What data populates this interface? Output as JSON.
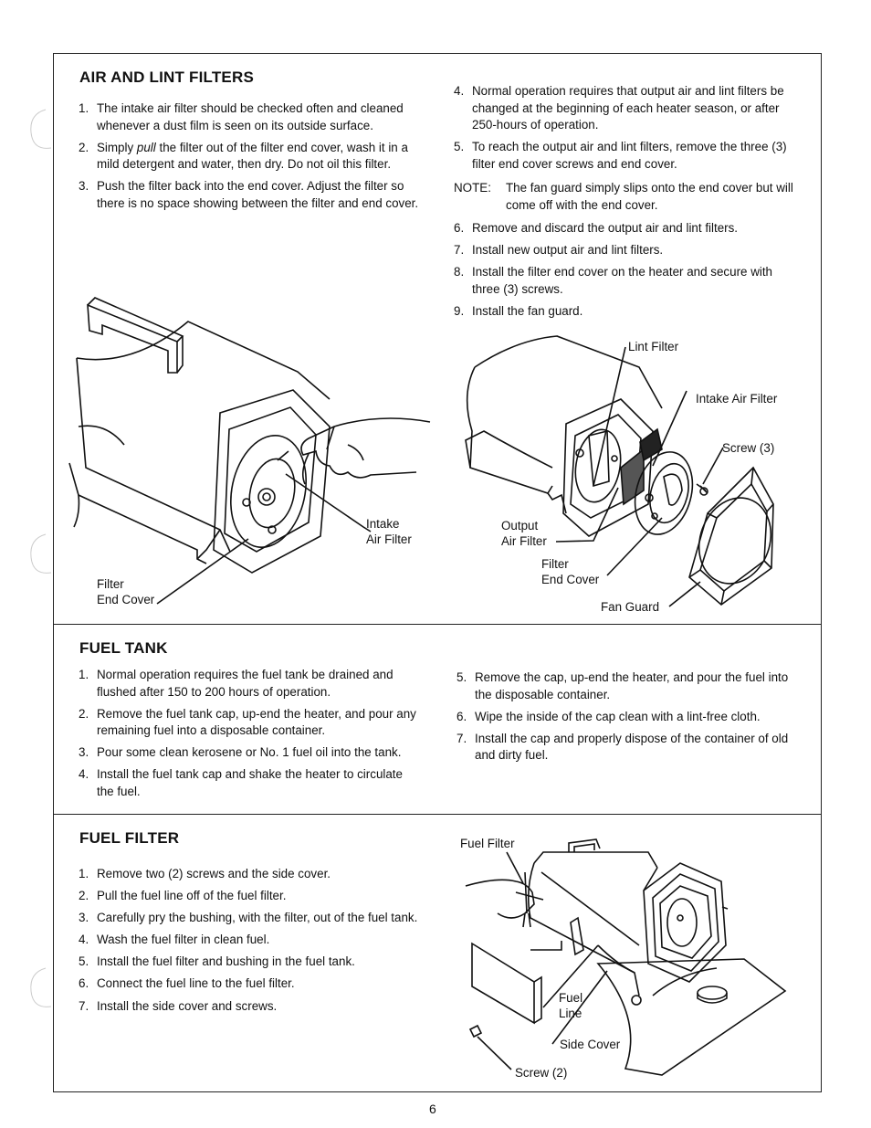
{
  "air_lint": {
    "heading": "AIR AND LINT FILTERS",
    "left_items": [
      {
        "num": "1.",
        "text": "The intake air filter should be checked often and cleaned whenever a dust film is seen on its outside surface."
      },
      {
        "num": "2.",
        "text_pre": "Simply ",
        "text_em": "pull",
        "text_post": " the filter out of the filter end cover, wash it in a mild detergent and water, then dry. Do not oil this filter."
      },
      {
        "num": "3.",
        "text": "Push the filter back into the end cover. Adjust the filter so there is no space showing between the filter and end cover."
      }
    ],
    "right_items_a": [
      {
        "num": "4.",
        "text": "Normal operation requires that output air and lint filters be changed at the beginning of each heater season, or after 250-hours of operation."
      },
      {
        "num": "5.",
        "text": "To reach the output air and lint filters, remove the three (3) filter end cover screws and end cover."
      }
    ],
    "note_label": "NOTE:",
    "note_text": "The fan guard simply slips onto the end cover but will come off with the end cover.",
    "right_items_b": [
      {
        "num": "6.",
        "text": "Remove and discard the output air and lint filters."
      },
      {
        "num": "7.",
        "text": "Install new output air and lint filters."
      },
      {
        "num": "8.",
        "text": "Install the filter end cover on the heater and secure with three (3) screws."
      },
      {
        "num": "9.",
        "text": "Install the fan guard."
      }
    ],
    "fig1_labels": {
      "intake": "Intake\nAir Filter",
      "end_cover": "Filter\nEnd Cover"
    },
    "fig2_labels": {
      "lint": "Lint Filter",
      "intake": "Intake Air Filter",
      "screw": "Screw (3)",
      "output": "Output\nAir Filter",
      "end_cover": "Filter\nEnd Cover",
      "fan_guard": "Fan Guard"
    }
  },
  "fuel_tank": {
    "heading": "FUEL TANK",
    "left_items": [
      {
        "num": "1.",
        "text": "Normal operation requires the fuel tank be drained and flushed after 150 to 200 hours of operation."
      },
      {
        "num": "2.",
        "text": "Remove the fuel tank cap, up-end the heater, and pour any remaining fuel into a disposable container."
      },
      {
        "num": "3.",
        "text": "Pour some clean kerosene or No. 1 fuel oil into the tank."
      },
      {
        "num": "4.",
        "text": "Install the fuel tank cap and shake the heater to circulate the fuel."
      }
    ],
    "right_items": [
      {
        "num": "5.",
        "text": "Remove the cap, up-end the heater, and pour the fuel into the disposable container."
      },
      {
        "num": "6.",
        "text": "Wipe the inside of the cap clean with a lint-free cloth."
      },
      {
        "num": "7.",
        "text": "Install the cap and properly dispose of the container of old and dirty fuel."
      }
    ]
  },
  "fuel_filter": {
    "heading": "FUEL FILTER",
    "items": [
      {
        "num": "1.",
        "text": "Remove two (2) screws and the side cover."
      },
      {
        "num": "2.",
        "text": "Pull the fuel line off of the fuel filter."
      },
      {
        "num": "3.",
        "text": "Carefully pry the bushing, with the filter, out of the fuel tank."
      },
      {
        "num": "4.",
        "text": "Wash the fuel filter in clean fuel."
      },
      {
        "num": "5.",
        "text": "Install the fuel filter and bushing in the fuel tank."
      },
      {
        "num": "6.",
        "text": "Connect the fuel line to the fuel filter."
      },
      {
        "num": "7.",
        "text": "Install the side cover and screws."
      }
    ],
    "fig_labels": {
      "fuel_filter": "Fuel Filter",
      "fuel_line": "Fuel\nLine",
      "side_cover": "Side Cover",
      "screw": "Screw (2)"
    }
  },
  "page_number": "6"
}
